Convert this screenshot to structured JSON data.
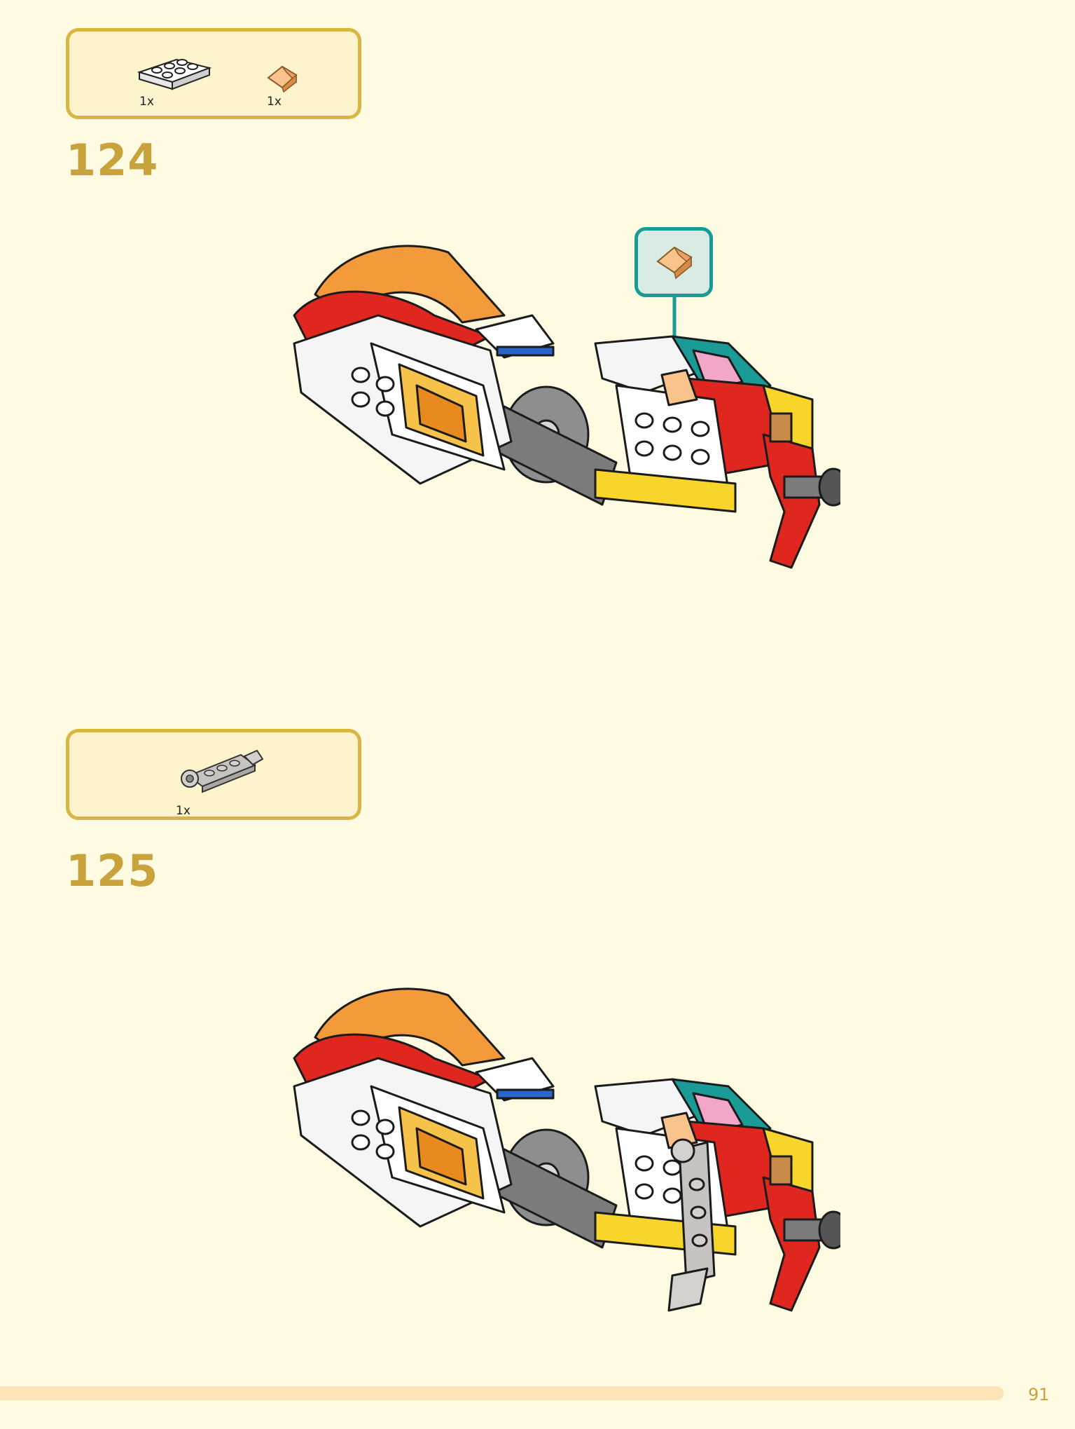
{
  "steps": [
    {
      "number": "124",
      "parts": [
        {
          "icon": "white-plate-2x3-icon",
          "qty": "1x"
        },
        {
          "icon": "trans-orange-slope-icon",
          "qty": "1x"
        }
      ],
      "callout_icon": "trans-orange-slope-icon"
    },
    {
      "number": "125",
      "parts": [
        {
          "icon": "gray-bar-plate-icon",
          "qty": "1x"
        }
      ]
    }
  ],
  "page": {
    "number": "91"
  },
  "colors": {
    "background": "#fefbe2",
    "parts_border": "#d9b544",
    "step_number": "#c8a23a",
    "callout": "#1a9b96"
  }
}
